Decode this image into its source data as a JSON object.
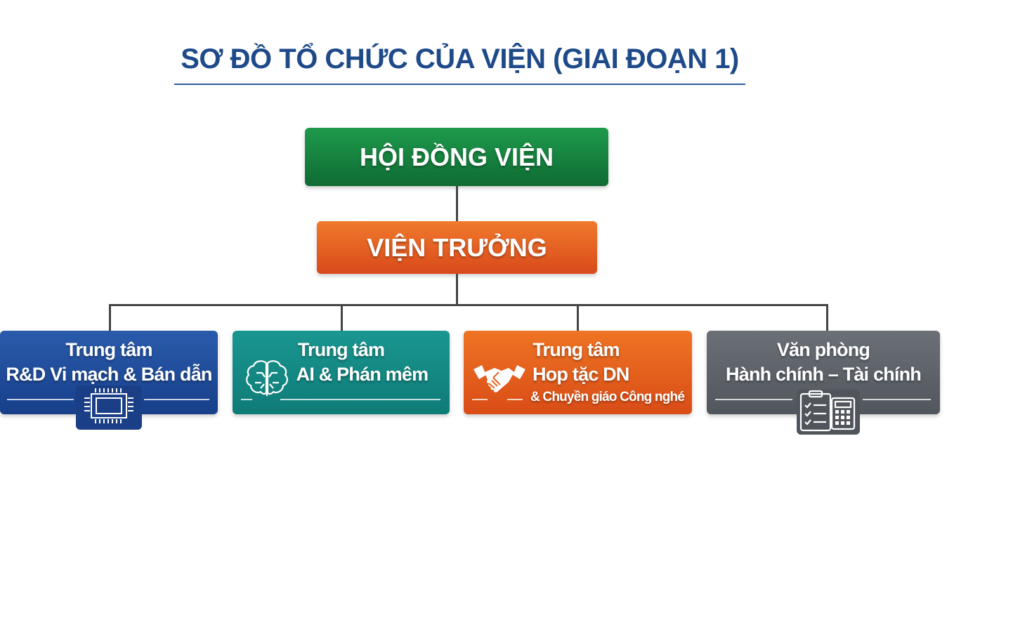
{
  "title": "SƠ ĐỒ TỔ CHỨC CỦA VIỆN (GIAI ĐOẠN 1)",
  "council": "HỘI ĐỒNG VIỆN",
  "director": "VIỆN TRƯỞNG",
  "units": [
    {
      "line1": "Trung tâm",
      "line2": "R&D Vi mạch & Bán dẫn",
      "icon": "chip-icon",
      "color": "#1f4e9e"
    },
    {
      "line1": "Trung tâm",
      "line2": "AI & Phán mêm",
      "icon": "brain-icon",
      "color": "#138a85"
    },
    {
      "line1": "Trung tâm",
      "line2": "Hop tặc DN",
      "line3": "& Chuyền giáo Công nghé",
      "icon": "handshake-icon",
      "color": "#e8641f"
    },
    {
      "line1": "Văn phòng",
      "line2": "Hành chính – Tài chính",
      "icon": "clipboard-calculator-icon",
      "color": "#5d6269"
    }
  ]
}
